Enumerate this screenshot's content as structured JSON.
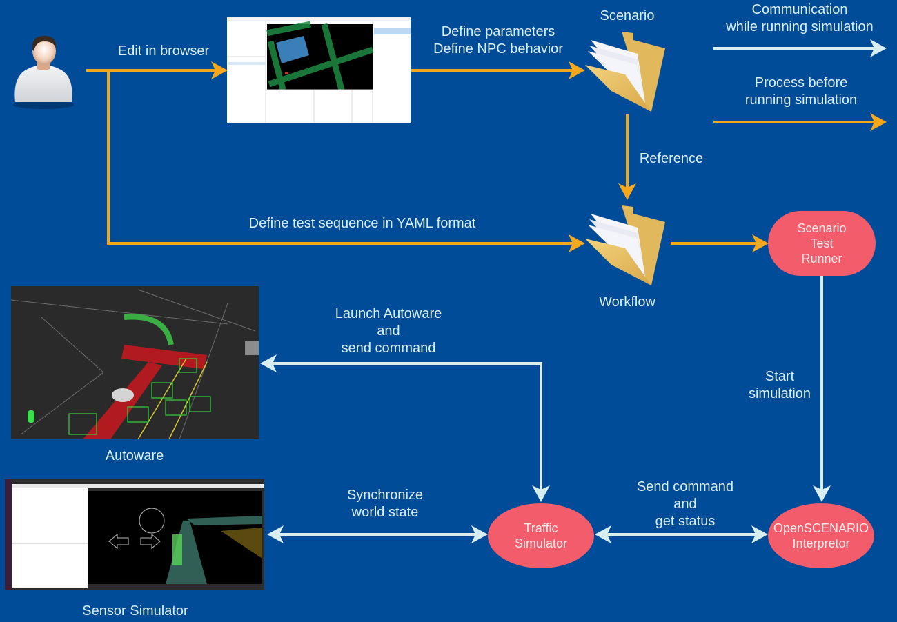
{
  "diagram": {
    "title": "Scenario testing workflow",
    "colors": {
      "background": "#004c99",
      "orange_arrow": "#f5a81c",
      "light_arrow": "#d9eef2",
      "node_fill": "#f25c6b",
      "node_text": "#fde9ea",
      "label_text": "#dbeef0"
    },
    "actors": {
      "user": {
        "icon": "user-avatar-icon"
      }
    },
    "items": {
      "browser_editor": {
        "icon": "scenario-editor-screenshot"
      },
      "scenario": {
        "label": "Scenario",
        "icon": "folder-icon"
      },
      "workflow": {
        "label": "Workflow",
        "icon": "folder-icon"
      },
      "autoware": {
        "label": "Autoware",
        "icon": "autoware-screenshot"
      },
      "sensor_simulator": {
        "label": "Sensor Simulator",
        "icon": "sensor-simulator-screenshot"
      }
    },
    "nodes": {
      "scenario_test_runner": "Scenario\nTest\nRunner",
      "traffic_simulator": "Traffic\nSimulator",
      "openscenario_interpreter": "OpenSCENARIO\nInterpretor"
    },
    "edges": {
      "edit_in_browser": "Edit in browser",
      "define_params_line1": "Define parameters",
      "define_params_line2": "Define NPC behavior",
      "reference": "Reference",
      "define_test_sequence": "Define test sequence in YAML format",
      "launch_line1": "Launch Autoware",
      "launch_line2": "and",
      "launch_line3": "send command",
      "start_line1": "Start",
      "start_line2": "simulation",
      "sync_line1": "Synchronize",
      "sync_line2": "world state",
      "sendcmd_line1": "Send command",
      "sendcmd_line2": "and",
      "sendcmd_line3": "get status"
    },
    "legend": {
      "communication_line1": "Communication",
      "communication_line2": "while running simulation",
      "process_line1": "Process before",
      "process_line2": "running simulation"
    }
  }
}
